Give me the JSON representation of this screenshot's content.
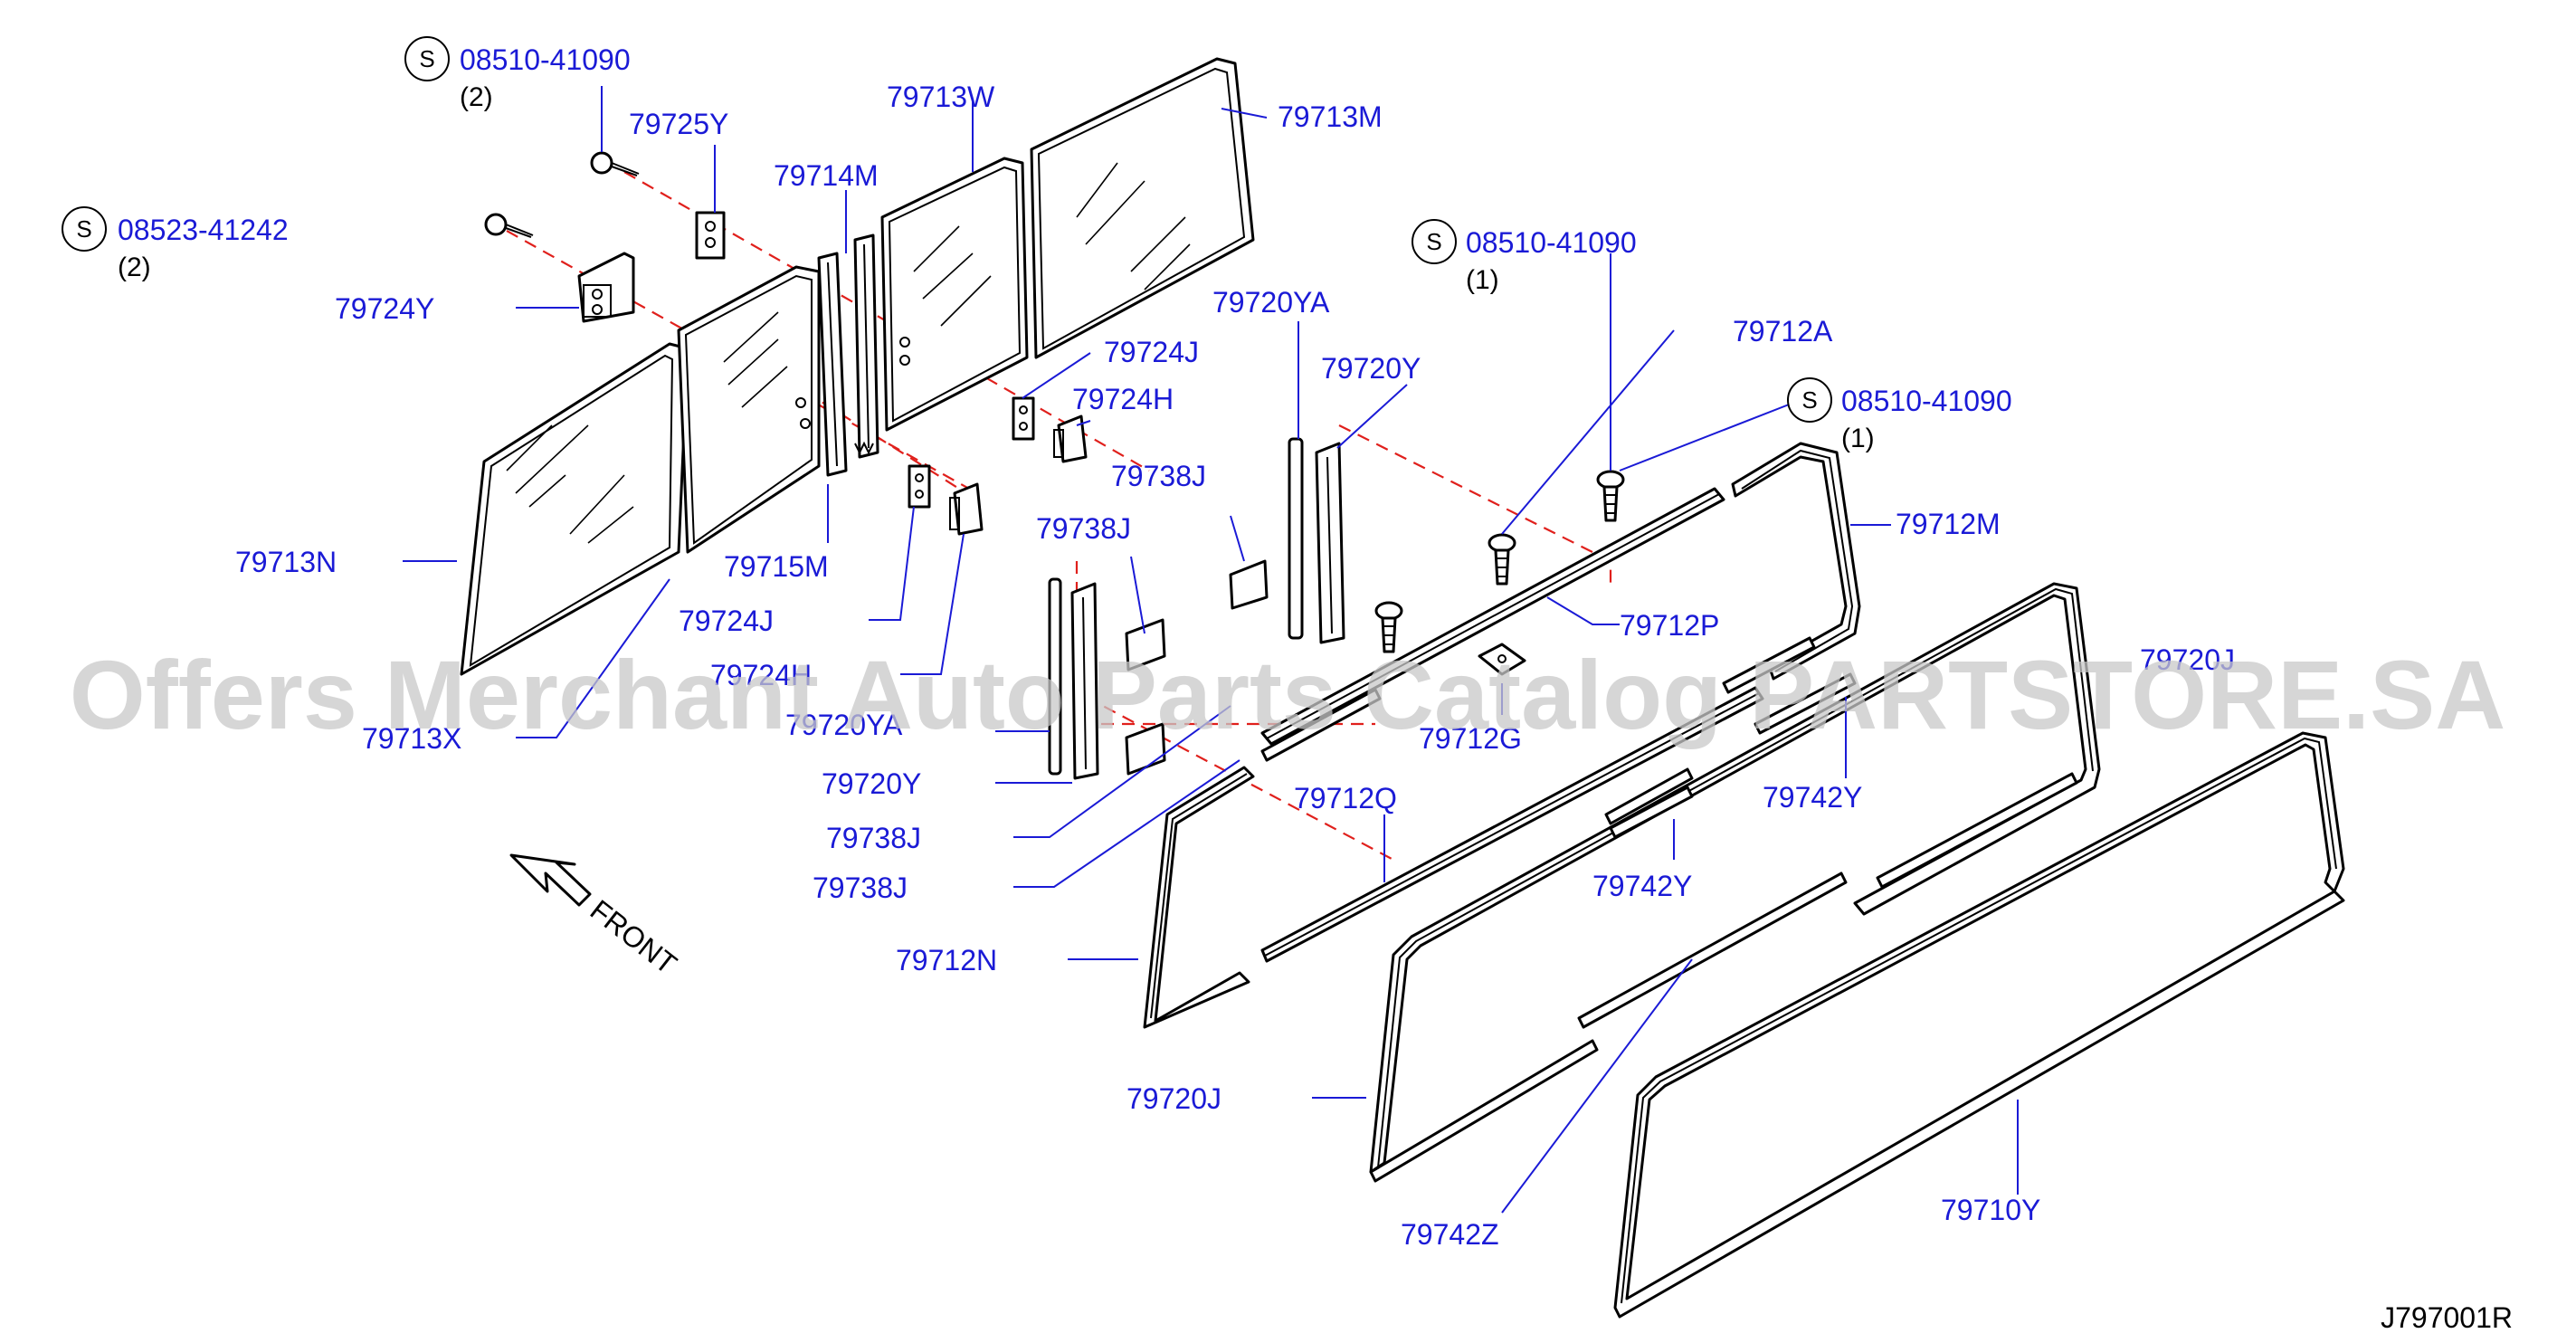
{
  "labels": {
    "p79713N": "79713N",
    "p79713X": "79713X",
    "p79724Y": "79724Y",
    "p79725Y": "79725Y",
    "p79714M": "79714M",
    "p79713W": "79713W",
    "p79713M": "79713M",
    "p79715M": "79715M",
    "p79724J_a": "79724J",
    "p79724H_a": "79724H",
    "p79724J_b": "79724J",
    "p79724H_b": "79724H",
    "p79720YA_a": "79720YA",
    "p79720Y_a": "79720Y",
    "p79738J_a": "79738J",
    "p79738J_b": "79738J",
    "p79720YA_b": "79720YA",
    "p79720Y_b": "79720Y",
    "p79738J_c": "79738J",
    "p79738J_d": "79738J",
    "p79712A": "79712A",
    "p79712M": "79712M",
    "p79712P": "79712P",
    "p79712G": "79712G",
    "p79712Q": "79712Q",
    "p79712N": "79712N",
    "p79742Y_a": "79742Y",
    "p79742Y_b": "79742Y",
    "p79720J_a": "79720J",
    "p79720J_b": "79720J",
    "p79742Z": "79742Z",
    "p79710Y": "79710Y",
    "s1": "08510-41090",
    "s2": "08523-41242",
    "s3": "08510-41090",
    "s4": "08510-41090"
  },
  "quantities": {
    "s1": "(2)",
    "s2": "(2)",
    "s3": "(1)",
    "s4": "(1)"
  },
  "standard_mark": "S",
  "front_label": "FRONT",
  "diagram_code": "J797001R",
  "watermark": "Offers Merchant Auto Parts Catalog PARTSTORE.SA",
  "colors": {
    "label": "#1a1ad6",
    "dashed_line": "#e0201c",
    "outline": "#000000",
    "watermark": "#c8c8c8"
  }
}
